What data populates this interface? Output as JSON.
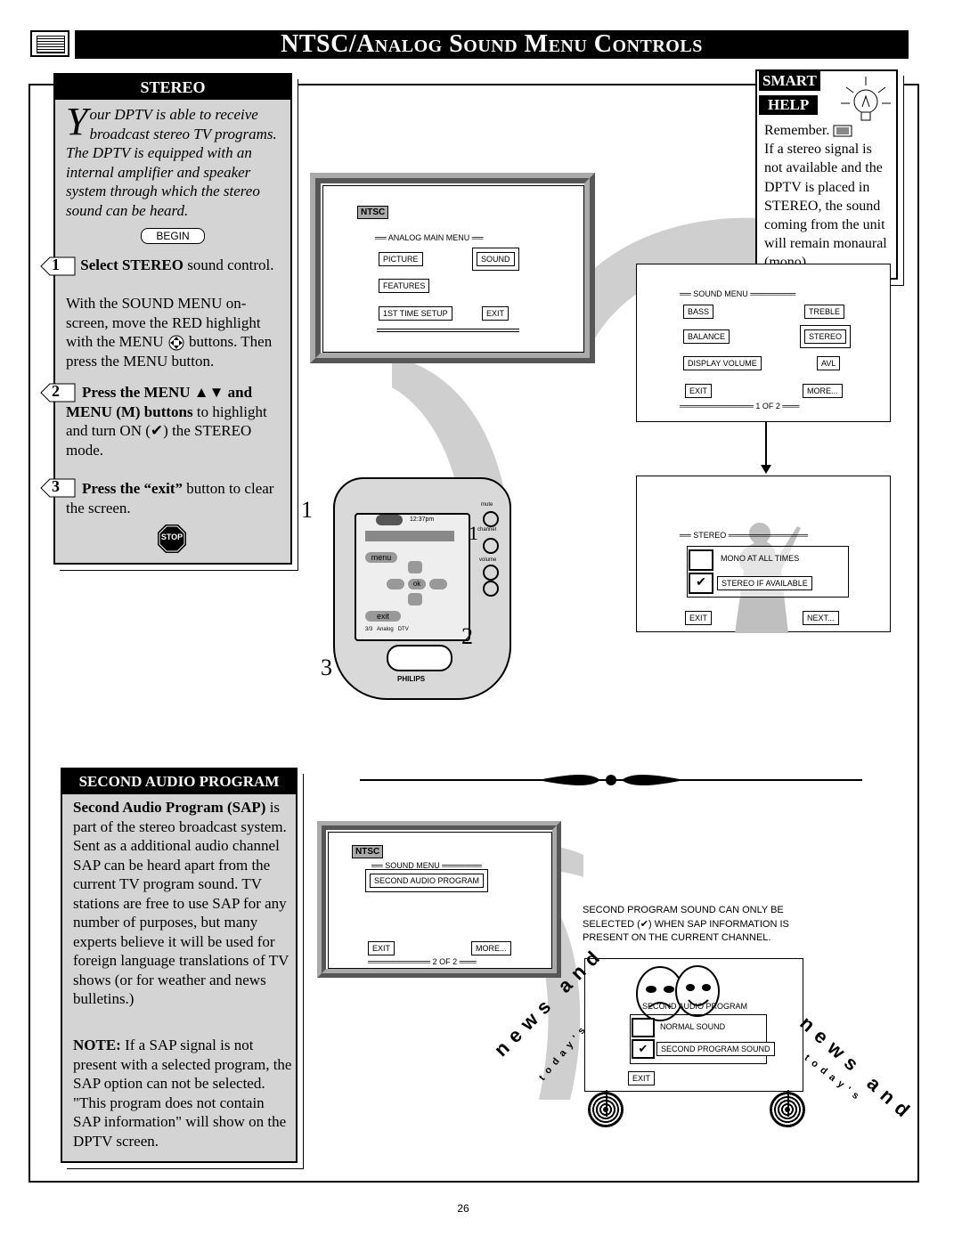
{
  "header": {
    "title": "NTSC/Analog Sound Menu Controls"
  },
  "stereo_panel": {
    "heading": "STEREO",
    "dropcap": "Y",
    "intro": "our DPTV is able to receive broadcast stereo TV programs. The DPTV is equipped with an internal amplifier and speaker system through which the stereo sound can be heard.",
    "begin": "BEGIN",
    "step1_num": "1",
    "step1_bold": "Select STEREO",
    "step1_rest": " sound control.",
    "step1_body_a": "With the SOUND MENU on-screen, move the RED highlight with the MENU",
    "step1_body_b": "buttons. Then press the MENU button.",
    "step2_num": "2",
    "step2_bold": "Press the MENU ▲▼ and MENU (M) buttons",
    "step2_rest_a": " to highlight and turn ON (",
    "step2_check": "✔",
    "step2_rest_b": ") the STEREO mode.",
    "step3_num": "3",
    "step3_bold": "Press the “exit”",
    "step3_rest": " button to clear the screen.",
    "stop": "STOP"
  },
  "smart_help": {
    "title1": "SMART",
    "title2": "HELP",
    "remember": "Remember.",
    "body": "If a stereo signal is not available and the DPTV is placed in  STEREO, the sound coming from the unit will remain monaural (mono)."
  },
  "analog_main_menu": {
    "tag": "NTSC",
    "title": "ANALOG MAIN MENU",
    "picture": "PICTURE",
    "sound": "SOUND",
    "features": "FEATURES",
    "first_time": "1ST TIME SETUP",
    "exit": "EXIT"
  },
  "sound_menu_1": {
    "title": "SOUND MENU",
    "bass": "BASS",
    "treble": "TREBLE",
    "balance": "BALANCE",
    "stereo": "STEREO",
    "display_volume": "DISPLAY VOLUME",
    "avl": "AVL",
    "exit": "EXIT",
    "more": "MORE...",
    "page": "1  OF 2"
  },
  "stereo_menu": {
    "title": "STEREO",
    "mono": "MONO AT ALL TIMES",
    "stereo_if": "STEREO IF AVAILABLE",
    "check": "✔",
    "exit": "EXIT",
    "next": "NEXT..."
  },
  "remote": {
    "time": "12:37pm",
    "menu": "menu",
    "ok": "ok",
    "exit": "exit",
    "mute": "mute",
    "channel": "channel",
    "volume": "volume",
    "bottom_left": "3/3",
    "analog": "Analog",
    "dtv": "DTV",
    "brand": "PHILIPS",
    "label1a": "1",
    "label1b": "1",
    "label2": "2",
    "label3": "3"
  },
  "sap_panel": {
    "heading": "SECOND AUDIO PROGRAM",
    "p1_bold": "Second Audio Program (SAP)",
    "p1_rest": " is part of the stereo broadcast system.  Sent as a additional audio channel SAP can be heard apart from the current TV program sound. TV stations are free to use SAP for any number of purposes, but many experts believe it will be used for foreign language translations of TV shows (or for weather and news bulletins.)",
    "note_bold": "NOTE:",
    "note_rest": " If a SAP signal is not present with a selected program, the SAP option can not be selected.  \"This program does not contain SAP information\" will show on the DPTV screen."
  },
  "sound_menu_2": {
    "tag": "NTSC",
    "title": "SOUND MENU",
    "sap": "SECOND AUDIO PROGRAM",
    "exit": "EXIT",
    "more": "MORE...",
    "page": "2  OF 2"
  },
  "sap_caption": "SECOND PROGRAM SOUND CAN ONLY BE SELECTED (✔) WHEN SAP INFORMATION IS PRESENT ON THE CURRENT CHANNEL.",
  "sap_menu": {
    "title": "SECOND AUDIO PROGRAM",
    "normal": "NORMAL SOUND",
    "second": "SECOND PROGRAM SOUND",
    "check": "✔",
    "exit": "EXIT"
  },
  "newsprint": {
    "left_word": "news and",
    "left_sub": "today's",
    "right_word": "news and",
    "right_sub": "today's"
  },
  "footer": {
    "page_number": "26"
  }
}
